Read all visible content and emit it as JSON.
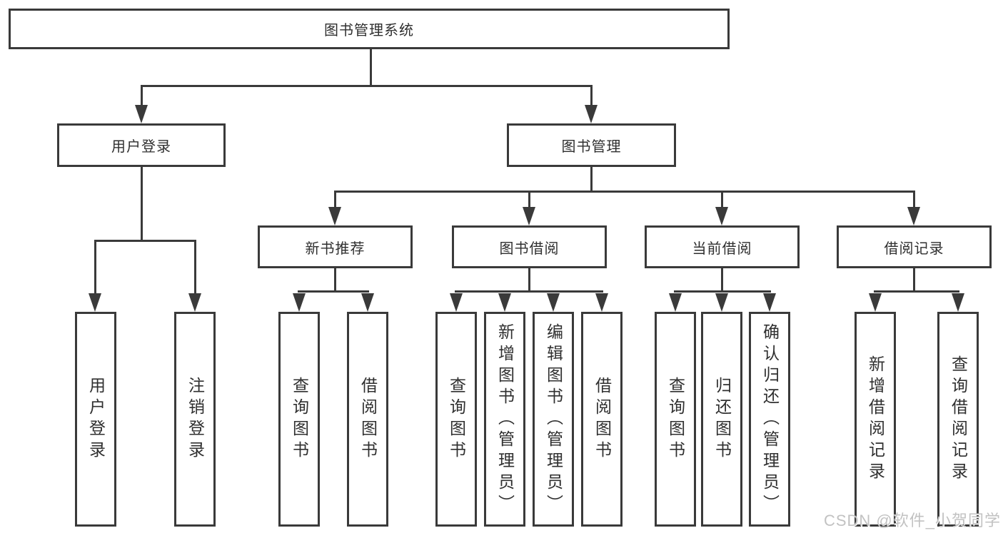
{
  "chart": {
    "root": {
      "label": "图书管理系统"
    },
    "level2": [
      {
        "label": "用户登录"
      },
      {
        "label": "图书管理"
      }
    ],
    "level3": [
      {
        "label": "新书推荐"
      },
      {
        "label": "图书借阅"
      },
      {
        "label": "当前借阅"
      },
      {
        "label": "借阅记录"
      }
    ],
    "leaves": [
      {
        "label": "用户登录"
      },
      {
        "label": "注销登录"
      },
      {
        "label": "查询图书"
      },
      {
        "label": "借阅图书"
      },
      {
        "label": "查询图书"
      },
      {
        "label": "新增图书（管理员）"
      },
      {
        "label": "编辑图书（管理员）"
      },
      {
        "label": "借阅图书"
      },
      {
        "label": "查询图书"
      },
      {
        "label": "归还图书"
      },
      {
        "label": "确认归还（管理员）"
      },
      {
        "label": "新增借阅记录"
      },
      {
        "label": "查询借阅记录"
      }
    ],
    "watermark": "CSDN @软件_小贺同学",
    "colors": {
      "line": "#3a3a3a",
      "text": "#2f2f2f",
      "background": "#ffffff",
      "watermark": "#c2c2c2"
    }
  }
}
